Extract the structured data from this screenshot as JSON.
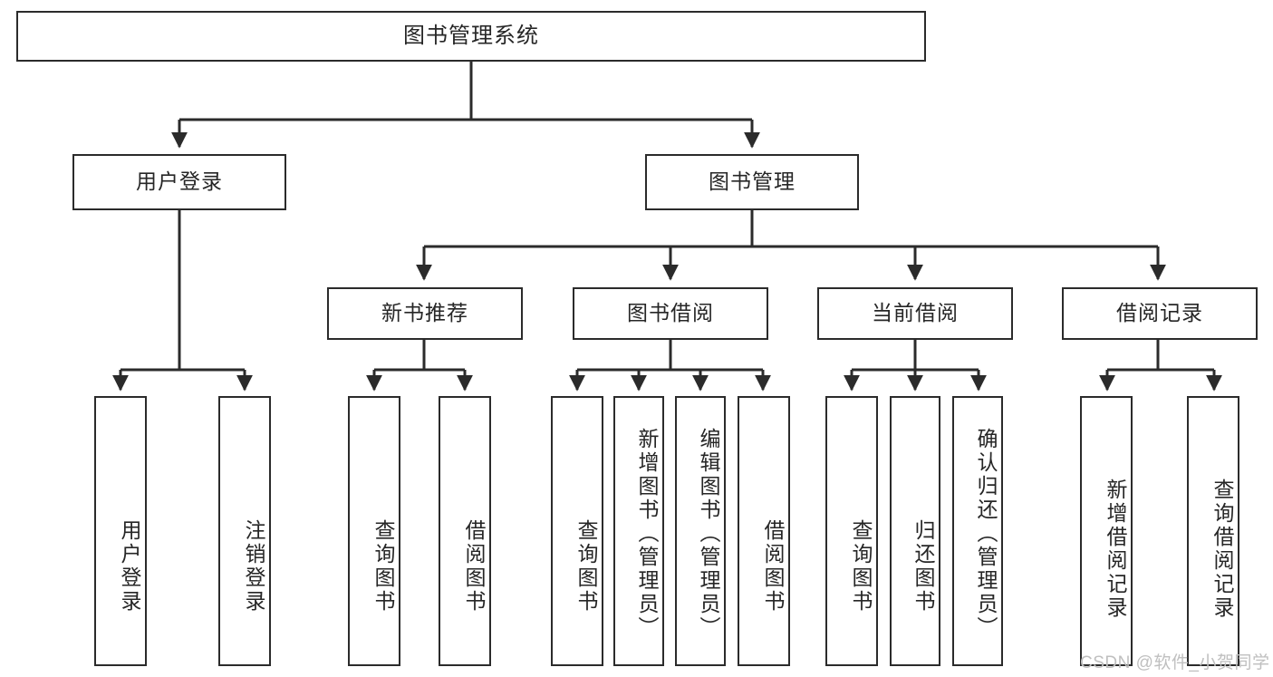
{
  "diagram": {
    "title": "图书管理系统",
    "stroke_color": "#2b2b2b",
    "text_color": "#262626",
    "background": "#ffffff",
    "watermark": "CSDN @软件_小贺同学",
    "watermark_color": "#bfbfbf"
  },
  "nodes": {
    "root": {
      "label": "图书管理系统"
    },
    "level1": [
      {
        "label": "用户登录"
      },
      {
        "label": "图书管理"
      }
    ],
    "level2": [
      {
        "label": "新书推荐"
      },
      {
        "label": "图书借阅"
      },
      {
        "label": "当前借阅"
      },
      {
        "label": "借阅记录"
      }
    ],
    "leaves": {
      "user_login": [
        {
          "label": "用户登录"
        },
        {
          "label": "注销登录"
        }
      ],
      "new_book": [
        {
          "label": "查询图书"
        },
        {
          "label": "借阅图书"
        }
      ],
      "book_borrow": [
        {
          "label": "查询图书"
        },
        {
          "label": "新增图书（管理员）"
        },
        {
          "label": "编辑图书（管理员）"
        },
        {
          "label": "借阅图书"
        }
      ],
      "current_borrow": [
        {
          "label": "查询图书"
        },
        {
          "label": "归还图书"
        },
        {
          "label": "确认归还（管理员）"
        }
      ],
      "borrow_record": [
        {
          "label": "新增借阅记录"
        },
        {
          "label": "查询借阅记录"
        }
      ]
    }
  }
}
